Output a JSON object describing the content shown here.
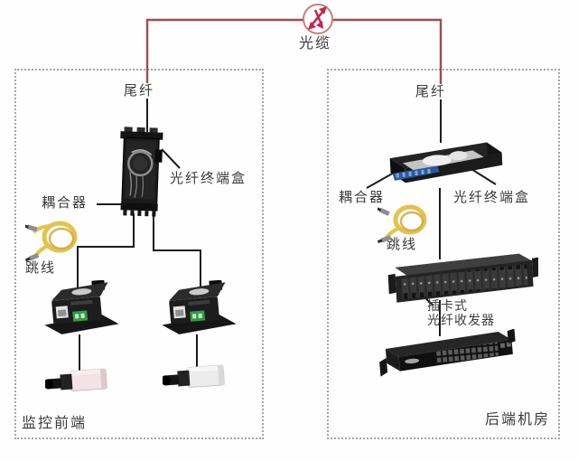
{
  "cable": {
    "label": "光缆"
  },
  "zones": {
    "front": {
      "name": "监控前端",
      "pigtail": "尾纤",
      "coupler": "耦合器",
      "terminal_box": "光纤终端盒",
      "jumper": "跳线"
    },
    "back": {
      "name": "后端机房",
      "pigtail": "尾纤",
      "coupler": "耦合器",
      "terminal_box": "光纤终端盒",
      "jumper": "跳线",
      "transceiver_line1": "插卡式",
      "transceiver_line2": "光纤收发器"
    }
  },
  "icons": {
    "cable_node": "bidirectional-arrows-icon"
  },
  "colors": {
    "cable_line": "#a34a4a",
    "cable_circle": "#c97c7c",
    "cable_arrow": "#bf2a52",
    "connector_line": "#1c1c1c",
    "zone_border": "#a6a6a6",
    "label_text": "#3b3b3b",
    "jumper_yellow": "#e2c34d",
    "terminal_green": "#2f9e44",
    "adapter_blue": "#2b5aa0"
  }
}
